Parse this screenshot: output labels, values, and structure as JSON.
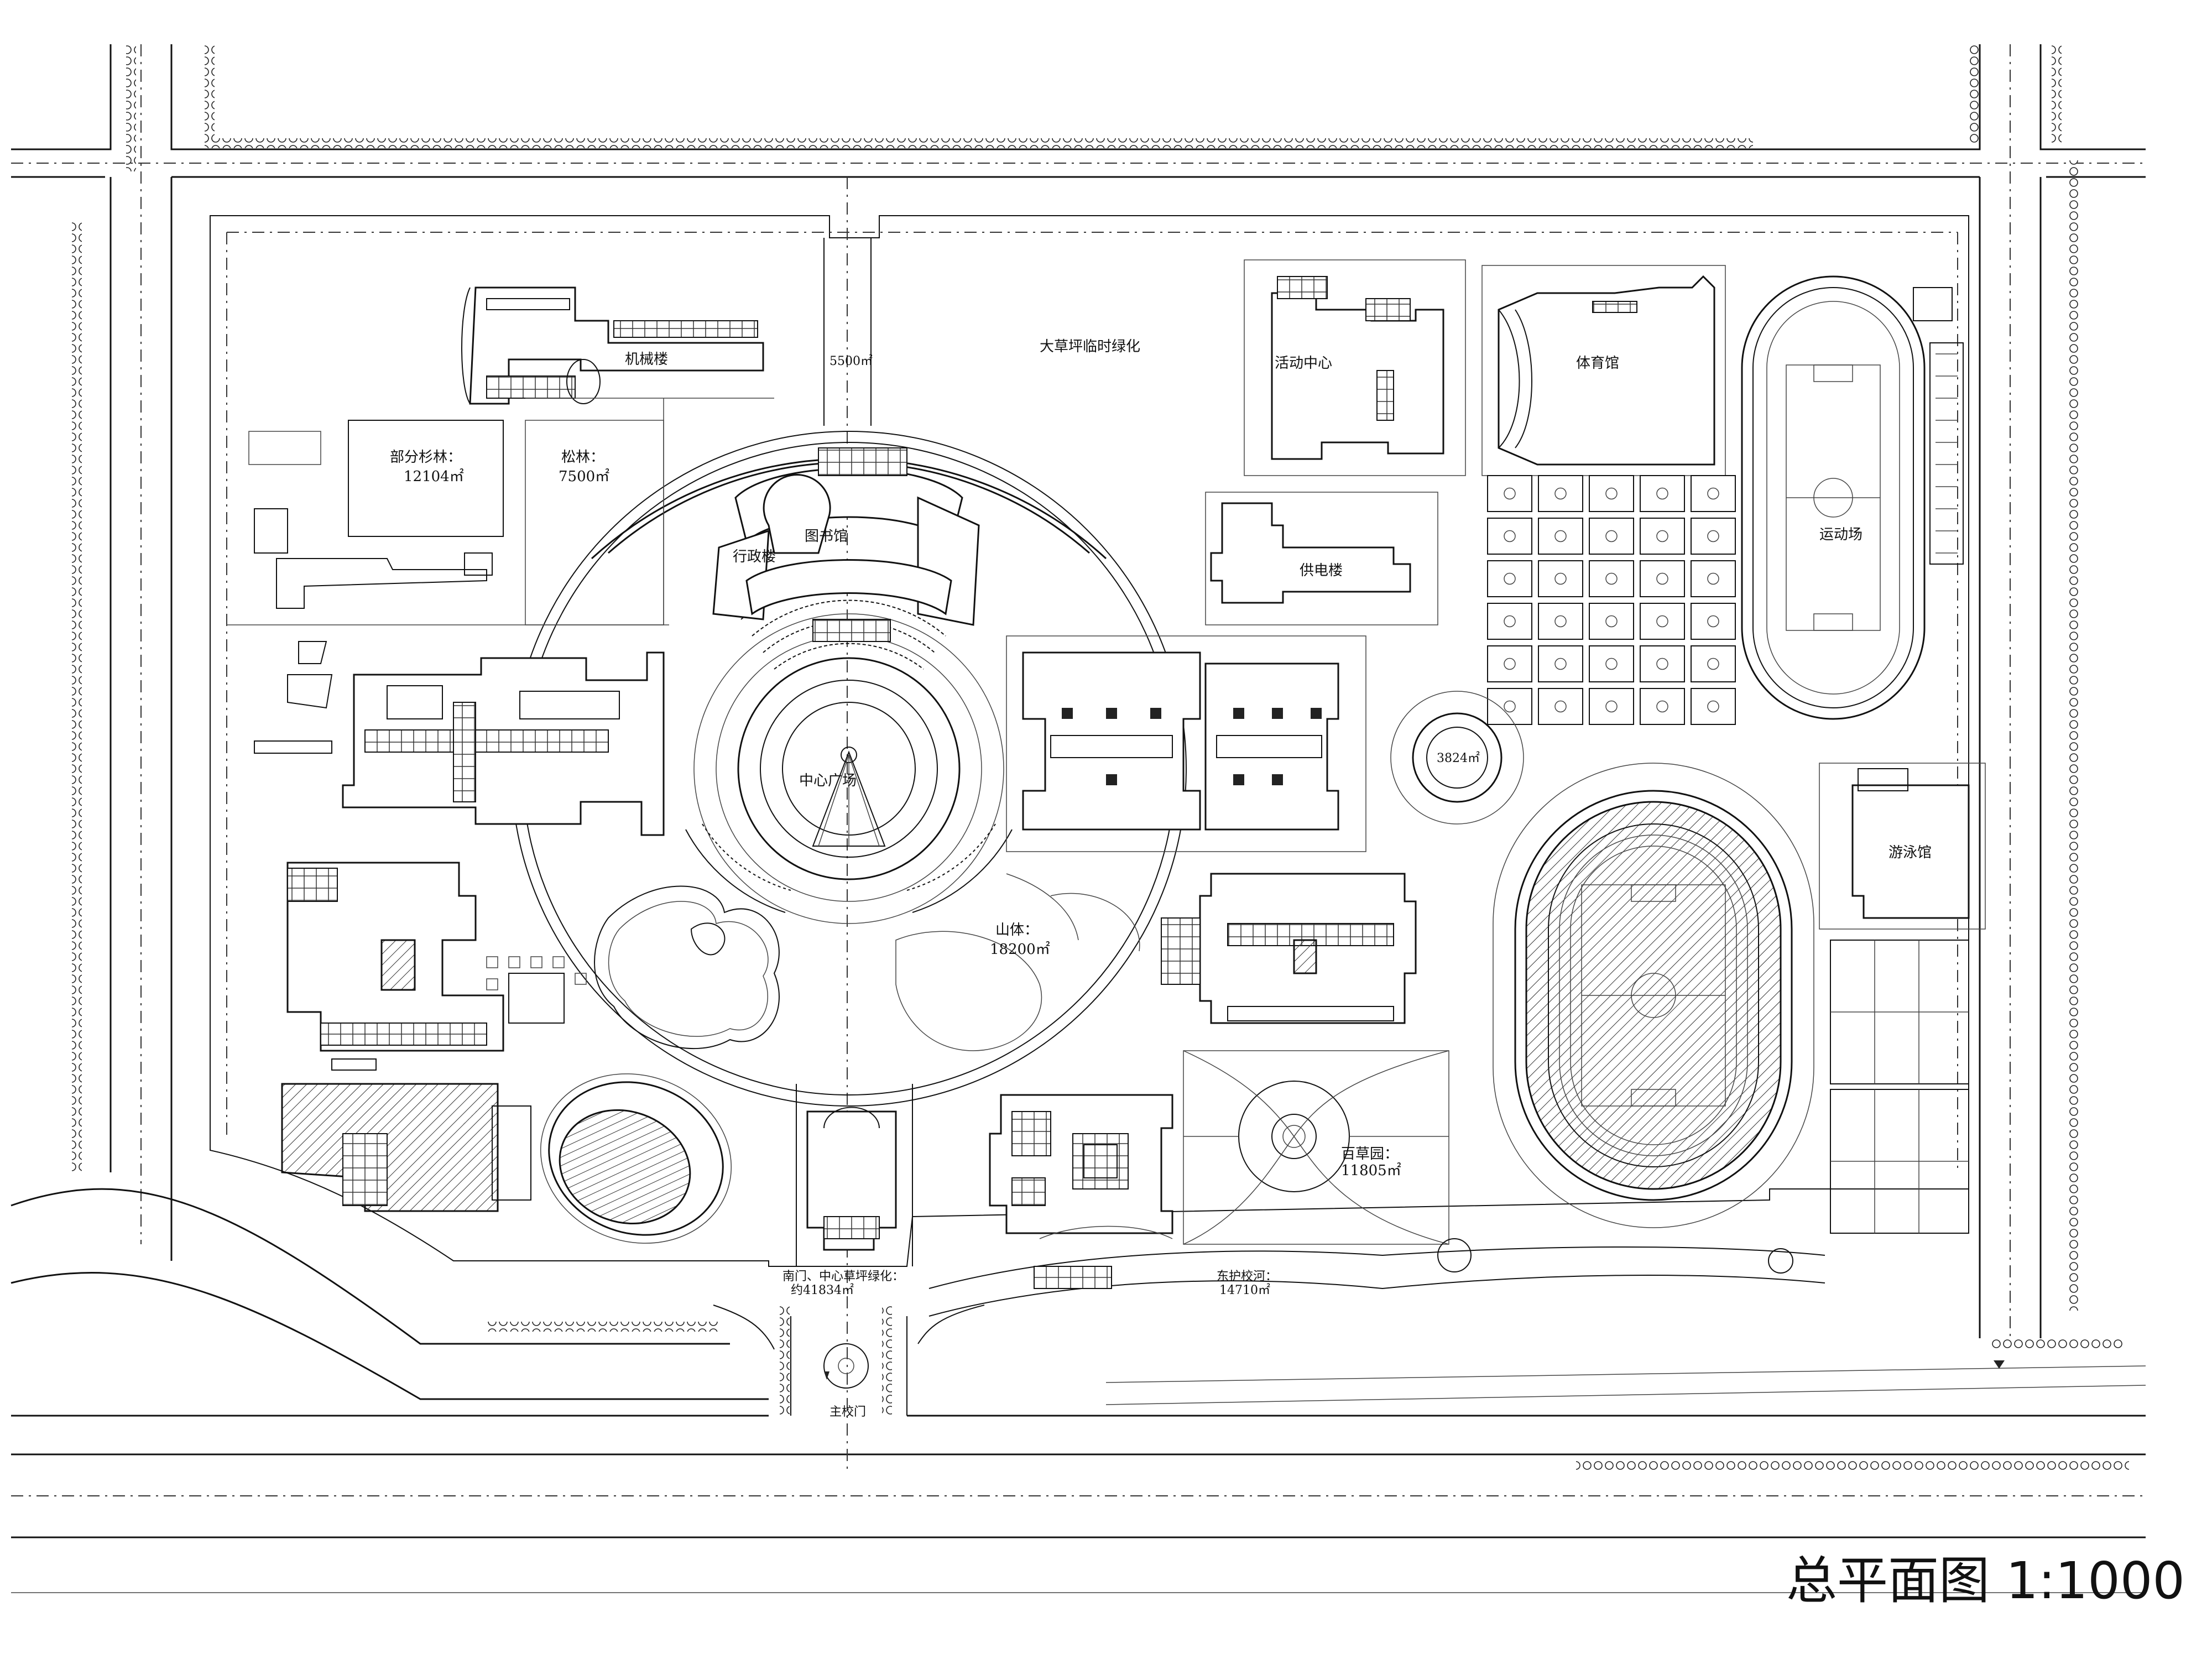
{
  "title": "总平面图 1:1000",
  "labels": {
    "machinery": "机械楼",
    "big_lawn": "大草坪临时绿化",
    "area_5500": "5500㎡",
    "activity_center": "活动中心",
    "gym": "体育馆",
    "sports_field": "运动场",
    "library": "图书馆",
    "admin": "行政楼",
    "supply": "供电楼",
    "forest_1": "部分杉林：",
    "forest_1_area": "12104㎡",
    "forest_2": "松林：",
    "forest_2_area": "7500㎡",
    "central_plaza": "中心广场",
    "roundabout_area": "3824㎡",
    "hill": "山体：",
    "hill_area": "18200㎡",
    "pool": "游泳馆",
    "hundred_garden": "百草园：",
    "hundred_garden_area": "11805㎡",
    "south_gate_green": "南门、中心草坪绿化：",
    "south_gate_green_area": "约41834㎡",
    "east_river": "东护校河：",
    "east_river_area": "14710㎡",
    "main_gate": "主校门"
  }
}
